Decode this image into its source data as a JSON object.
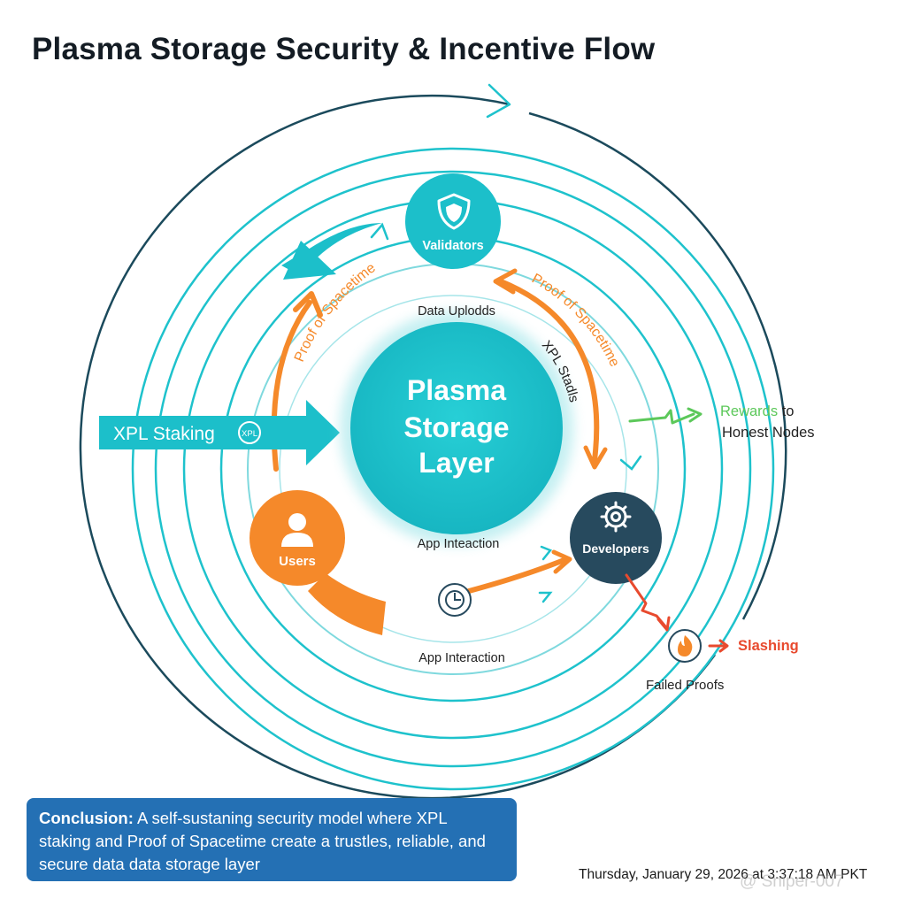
{
  "title": "Plasma Storage Security & Incentive Flow",
  "center": {
    "line1": "Plasma",
    "line2": "Storage",
    "line3": "Layer"
  },
  "nodes": {
    "validators": "Validators",
    "users": "Users",
    "developers": "Developers"
  },
  "staking": {
    "label": "XPL Staking",
    "badge": "XPL"
  },
  "flows": {
    "proof_left": "Proof of Spacetime",
    "proof_right": "Proof of Spacetime",
    "data_uploads": "Data Uplodds",
    "xpl_stadls": "XPL Stadls",
    "app_inteaction": "App Inteaction",
    "app_interaction": "App Interaction"
  },
  "rewards": {
    "highlight": "Rewards",
    "to": " to",
    "line2": "Honest Nodes"
  },
  "slashing": {
    "label": "Slashing",
    "caption": "Failed Proofs"
  },
  "conclusion": {
    "heading": "Conclusion:",
    "line1": " A self-sustaning security model where XPL",
    "line2": "staking and Proof of Spacetime create a trustles, reliable, and",
    "line3": "secure data data storage layer"
  },
  "timestamp": "Thursday, January 29, 2026 at 3:37:18 AM PKT",
  "watermark": "@ Sniper-007",
  "colors": {
    "teal": "#1ec2cc",
    "orange": "#f5892a",
    "navy": "#274a5e",
    "green": "#5cc85a",
    "red": "#e84a2e",
    "blue_box": "#2470b4"
  },
  "icons": {
    "validators": "shield-icon",
    "users": "user-icon",
    "developers": "gear-icon",
    "clock": "clock-icon",
    "slashing": "fire-icon"
  }
}
